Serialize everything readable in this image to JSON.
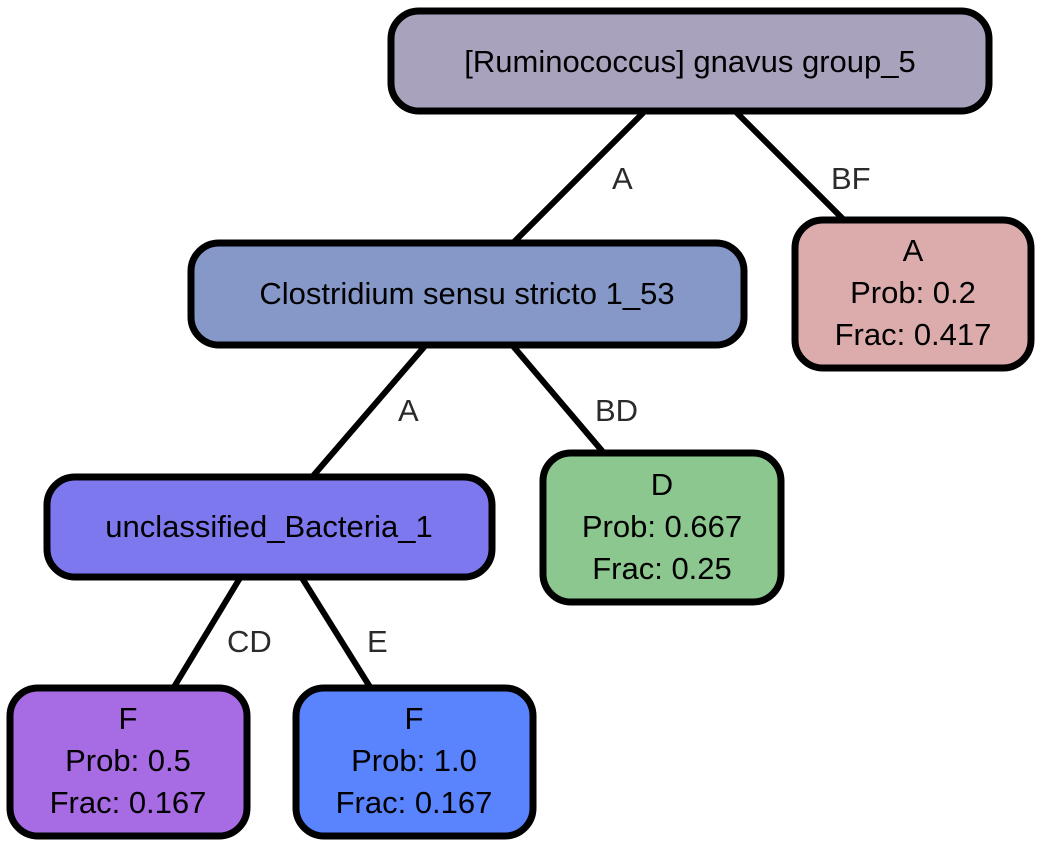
{
  "colors": {
    "root": "#a9a2bd",
    "split_1": "#8598c8",
    "split_2": "#7e78ee",
    "leaf_a": "#dcacad",
    "leaf_d": "#8cc78f",
    "leaf_f1": "#a76be3",
    "leaf_f2": "#5984fd",
    "stroke": "#000000"
  },
  "nodes": {
    "root": {
      "label": "[Ruminococcus] gnavus group_5"
    },
    "clostridium": {
      "label": "Clostridium sensu stricto 1_53"
    },
    "unclassified": {
      "label": "unclassified_Bacteria_1"
    },
    "leaf_a": {
      "class": "A",
      "prob": "Prob: 0.2",
      "frac": "Frac: 0.417"
    },
    "leaf_d": {
      "class": "D",
      "prob": "Prob: 0.667",
      "frac": "Frac: 0.25"
    },
    "leaf_f1": {
      "class": "F",
      "prob": "Prob: 0.5",
      "frac": "Frac: 0.167"
    },
    "leaf_f2": {
      "class": "F",
      "prob": "Prob: 1.0",
      "frac": "Frac: 0.167"
    }
  },
  "edges": {
    "root_to_clostridium": "A",
    "root_to_leaf_a": "BF",
    "clostridium_to_unclassified": "A",
    "clostridium_to_leaf_d": "BD",
    "unclassified_to_leaf_f1": "CD",
    "unclassified_to_leaf_f2": "E"
  }
}
